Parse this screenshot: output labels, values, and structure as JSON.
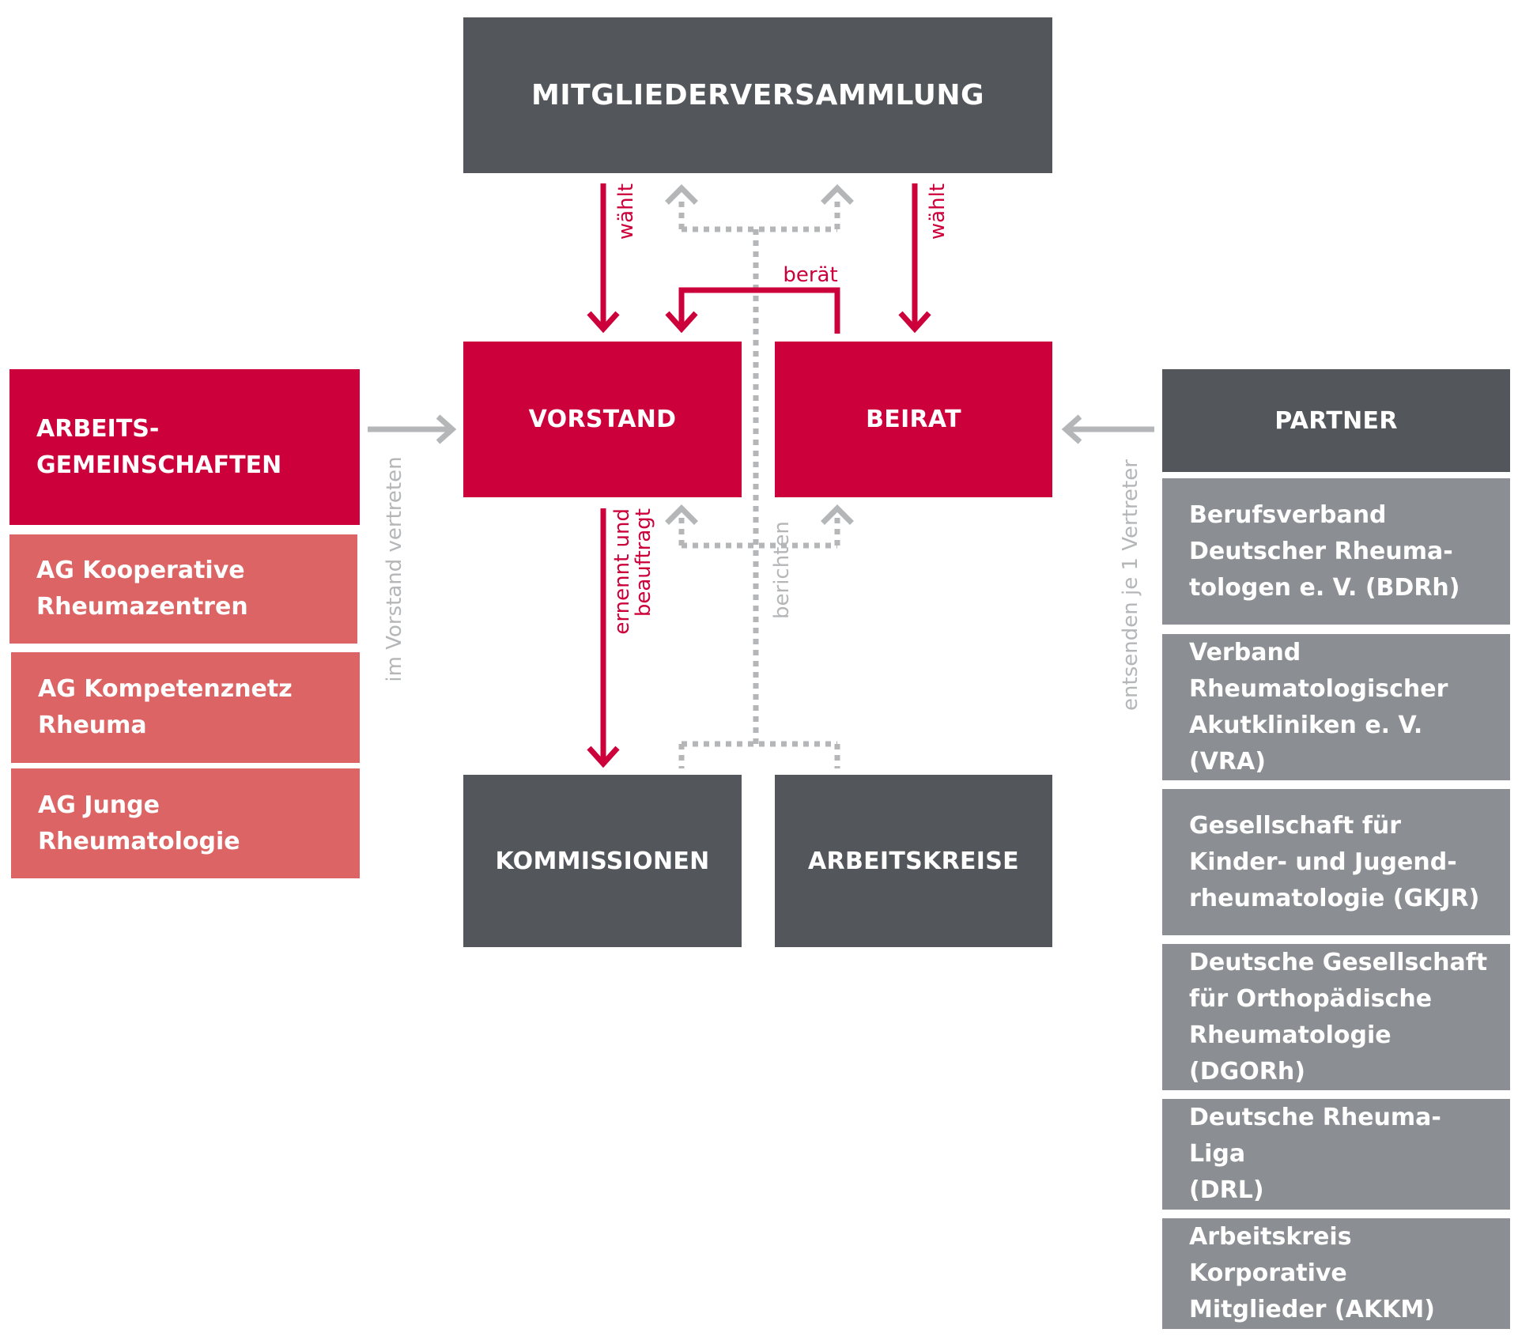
{
  "boxes": {
    "mitgliederversammlung": "MITGLIEDERVERSAMMLUNG",
    "vorstand": "VORSTAND",
    "beirat": "BEIRAT",
    "kommissionen": "KOMMISSIONEN",
    "arbeitskreise": "ARBEITSKREISE",
    "arbeitsgemeinschaften": "ARBEITS-\nGEMEINSCHAFTEN",
    "partner": "PARTNER"
  },
  "ag_items": [
    "AG Kooperative\nRheumazentren",
    "AG Kompetenznetz\nRheuma",
    "AG Junge\nRheumatologie"
  ],
  "partner_items": [
    "Berufsverband\nDeutscher Rheuma-\ntologen e. V. (BDRh)",
    "Verband\nRheumatologischer\nAkutkliniken e. V. (VRA)",
    "Gesellschaft für\nKinder- und Jugend-\nrheumatologie (GKJR)",
    "Deutsche Gesellschaft\nfür Orthopädische\nRheumatologie (DGORh)",
    "Deutsche Rheuma-Liga\n(DRL)",
    "Arbeitskreis Korporative\nMitglieder (AKKM)"
  ],
  "labels": {
    "waehlt_left": "wählt",
    "waehlt_right": "wählt",
    "beraet": "berät",
    "ernennt_1": "ernennt und",
    "ernennt_2": "beauftragt",
    "berichten": "berichten",
    "im_vorstand": "im Vorstand vertreten",
    "entsenden": "entsenden je 1 Vertreter"
  },
  "colors": {
    "red": "#cc003a",
    "dark": "#53575b",
    "pink": "#dc6464",
    "gray": "#8b8e92",
    "arrow_gray": "#b4b6b8"
  }
}
